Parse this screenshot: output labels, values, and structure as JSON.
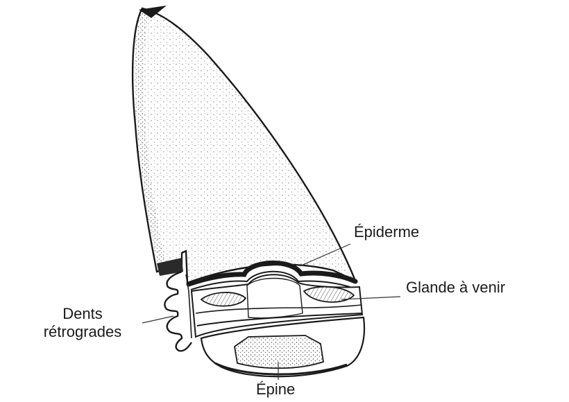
{
  "labels": {
    "epiderme": "Épiderme",
    "glande": "Glande à venir",
    "dents_line1": "Dents",
    "dents_line2": "rétrogrades",
    "epine": "Épine"
  },
  "colors": {
    "ink": "#1a1a1a",
    "stipple": "#6e6e6e",
    "background": "#ffffff"
  }
}
